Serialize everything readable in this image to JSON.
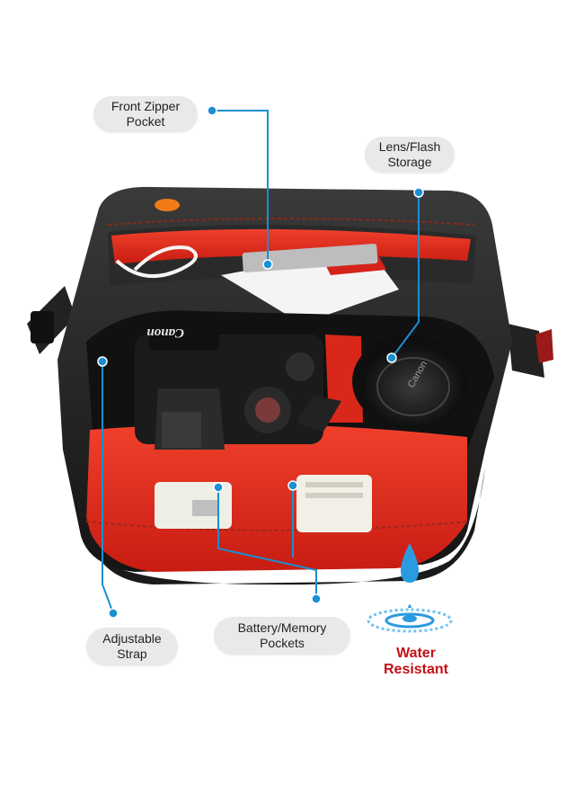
{
  "callouts": {
    "front_zipper_pocket": "Front Zipper\nPocket",
    "lens_flash_storage": "Lens/Flash\nStorage",
    "adjustable_strap": "Adjustable\nStrap",
    "battery_memory_pockets": "Battery/Memory\nPockets"
  },
  "badge": {
    "water_resistant": "Water\nResistant"
  },
  "product_text": {
    "camera_brand": "Canon",
    "lens_cap_brand": "Canon"
  },
  "colors": {
    "bag_body": "#1c1c1c",
    "bag_lining": "#e8291c",
    "leader_line": "#1a8fd1",
    "callout_bg": "#e9e9e9",
    "water_text": "#c41016"
  },
  "icons": {
    "water_drop": "water-drop-icon"
  }
}
